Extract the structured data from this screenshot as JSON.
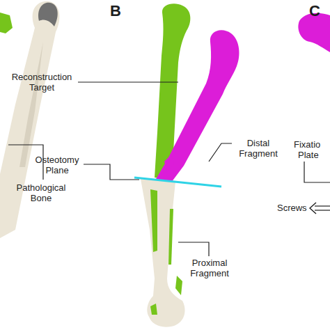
{
  "diagram": {
    "labels": [
      "B",
      "C",
      "Pathological Bone",
      "Reconstruction Target",
      "Distal Fragment",
      "Osteotomy Plane",
      "Proximal Fragment",
      "Fixatio",
      "Plate",
      "Screws"
    ]
  }
}
